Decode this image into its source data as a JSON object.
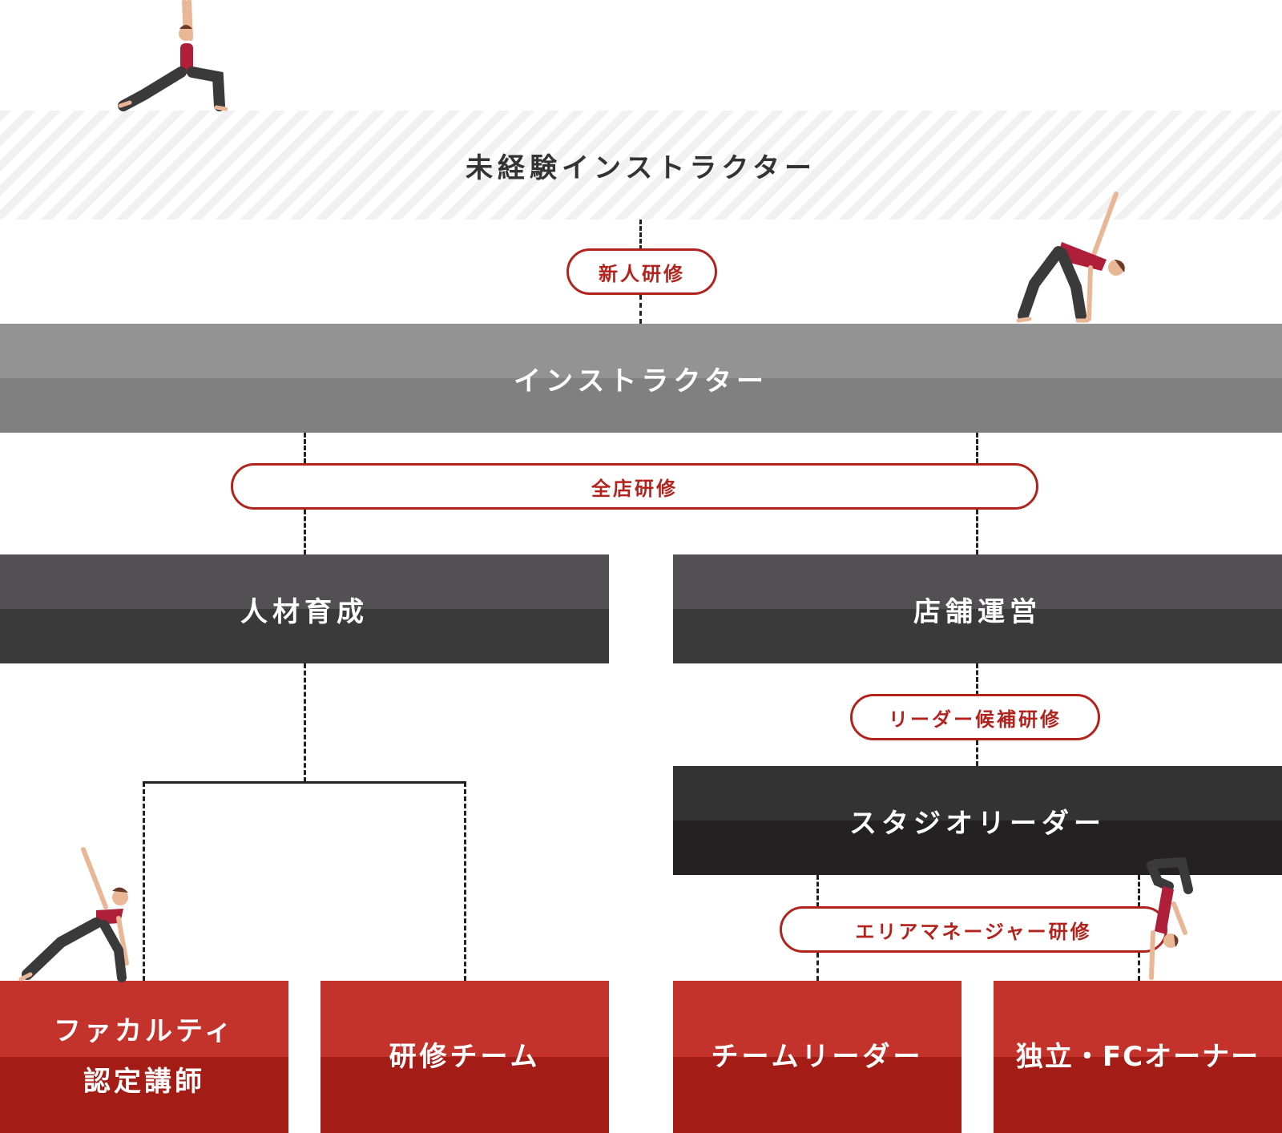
{
  "levels": {
    "entry": "未経験インストラクター",
    "instructor": "インストラクター",
    "hr_development": "人材育成",
    "store_operation": "店舗運営",
    "studio_leader": "スタジオリーダー"
  },
  "trainings": {
    "new_hire": "新人研修",
    "all_store": "全店研修",
    "leader_candidate": "リーダー候補研修",
    "area_manager": "エリアマネージャー研修"
  },
  "outcomes": {
    "faculty_line1": "ファカルティ",
    "faculty_line2": "認定講師",
    "training_team": "研修チーム",
    "team_leader": "チームリーダー",
    "owner": "独立・FCオーナー"
  },
  "colors": {
    "accent_red": "#b3231e",
    "band_grey": "#8a8a8a",
    "band_dark": "#454445",
    "band_darker": "#2a2829",
    "outcome_red": "#b42620"
  }
}
